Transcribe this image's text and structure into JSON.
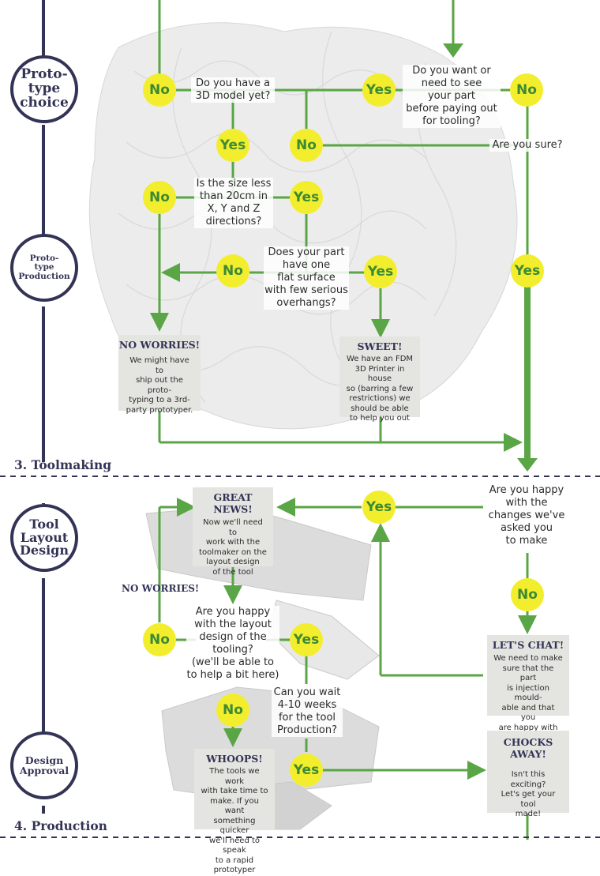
{
  "phases": {
    "prototype_choice": "Proto-\ntype\nchoice",
    "prototype_production": "Proto-\ntype\nProduction",
    "tool_layout_design": "Tool\nLayout\nDesign",
    "design_approval": "Design\nApproval"
  },
  "sections": {
    "toolmaking": "3. Toolmaking",
    "production": "4. Production"
  },
  "questions": {
    "have_3d_model": "Do you have a\n3D model yet?",
    "see_part": "Do you want or\nneed to see\nyour part\nbefore paying out\nfor tooling?",
    "are_you_sure": "Are you sure?",
    "size_less": "Is the size less\nthan 20cm in\nX, Y and Z\ndirections?",
    "flat_surface": "Does your part\nhave one\nflat surface\nwith few serious\noverhangs?",
    "happy_changes": "Are you happy\nwith the\nchanges we've\nasked you\nto make",
    "happy_layout": "Are you happy\nwith the layout\ndesign of the\ntooling?\n(we'll be able to\nto help a bit here)",
    "wait_weeks": "Can you wait\n4-10 weeks\nfor the tool\nProduction?"
  },
  "answers": {
    "yes": "Yes",
    "no": "No"
  },
  "boxes": {
    "no_worries_1": {
      "title": "NO WORRIES!",
      "body": "We might have to\nship out the proto-\ntyping to a 3rd-\nparty prototyper."
    },
    "sweet": {
      "title": "SWEET!",
      "body": "We have an FDM\n3D Printer in house\nso (barring a few\nrestrictions) we\nshould be able\nto help you out"
    },
    "great_news": {
      "title": "GREAT NEWS!",
      "body": "Now we'll need to\nwork with the\ntoolmaker on the\nlayout design\nof the tool"
    },
    "lets_chat": {
      "title": "LET'S CHAT!",
      "body": "We need to make\nsure that the part\nis injection mould-\nable and that you\nare happy with it!"
    },
    "whoops": {
      "title": "WHOOPS!",
      "body": "The tools we work\nwith take time to\nmake. If you want\nsomething quicker\nwe'll need to speak\nto a rapid prototyper"
    },
    "chocks_away": {
      "title": "CHOCKS AWAY!",
      "body": "Isn't this exciting?\nLet's get your tool\nmade!"
    }
  },
  "labels": {
    "no_worries_2": "NO WORRIES!"
  },
  "colors": {
    "line_green": "#5aa545",
    "node_yellow": "#f2ee2e",
    "node_text": "#3d8a34",
    "navy": "#333356",
    "box_grey": "#e4e4e0"
  }
}
